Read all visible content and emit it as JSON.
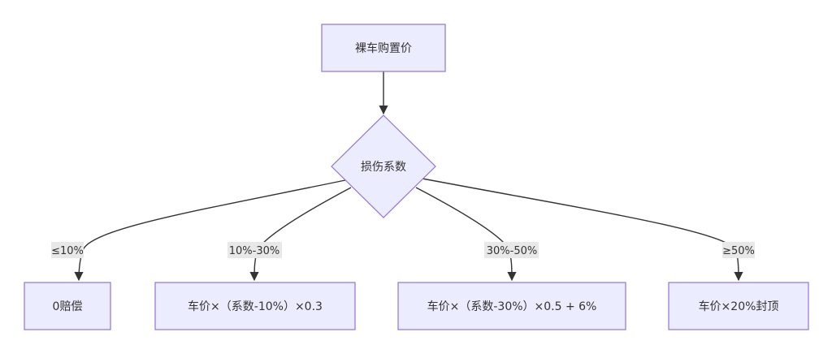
{
  "diagram": {
    "nodes": {
      "car_price": {
        "label": "裸车购置价",
        "shape": "rect"
      },
      "damage_factor": {
        "label": "损伤系数",
        "shape": "diamond"
      },
      "zero_comp": {
        "label": "0赔偿",
        "shape": "rect"
      },
      "formula_low": {
        "label": "车价×（系数-10%）×0.3",
        "shape": "rect"
      },
      "formula_mid": {
        "label": "车价×（系数-30%）×0.5 + 6%",
        "shape": "rect"
      },
      "cap": {
        "label": "车价×20%封顶",
        "shape": "rect"
      }
    },
    "edges": [
      {
        "from": "car_price",
        "to": "damage_factor",
        "label": ""
      },
      {
        "from": "damage_factor",
        "to": "zero_comp",
        "label": "≤10%"
      },
      {
        "from": "damage_factor",
        "to": "formula_low",
        "label": "10%-30%"
      },
      {
        "from": "damage_factor",
        "to": "formula_mid",
        "label": "30%-50%"
      },
      {
        "from": "damage_factor",
        "to": "cap",
        "label": "≥50%"
      }
    ]
  }
}
